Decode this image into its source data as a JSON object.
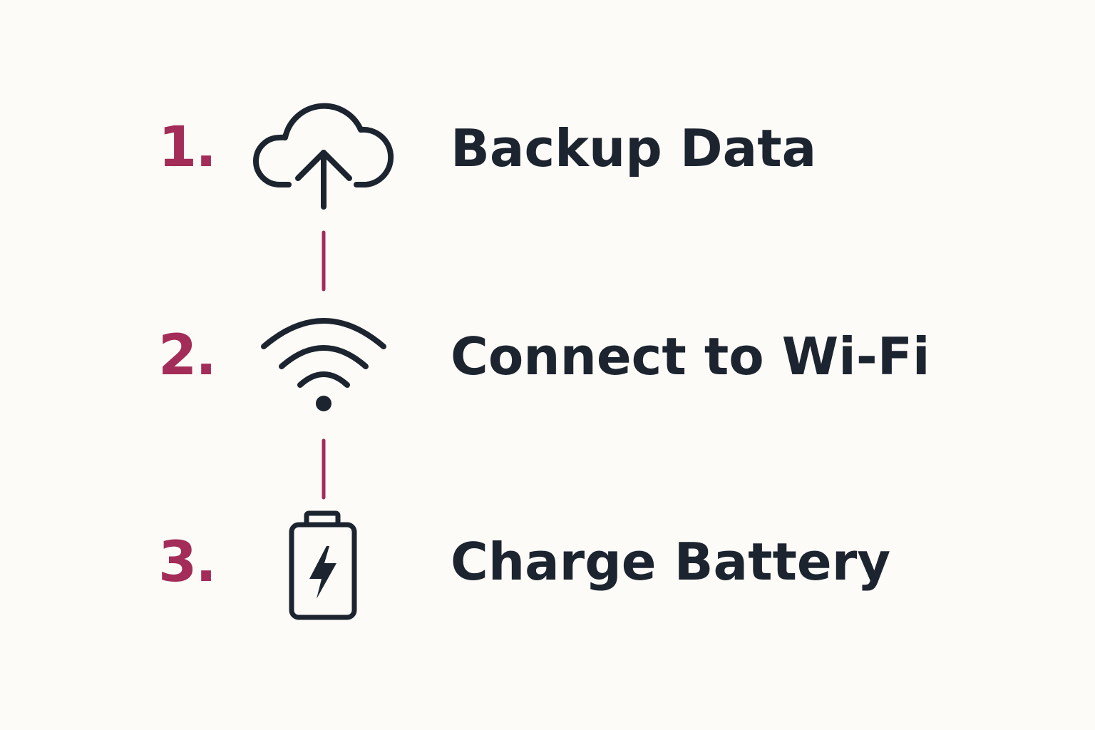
{
  "colors": {
    "background": "#fcfbf7",
    "accent": "#a32c58",
    "ink": "#1c2430"
  },
  "steps": [
    {
      "number": "1.",
      "label": "Backup Data",
      "icon": "cloud-upload-icon"
    },
    {
      "number": "2.",
      "label": "Connect to Wi-Fi",
      "icon": "wifi-icon"
    },
    {
      "number": "3.",
      "label": "Charge Battery",
      "icon": "battery-charging-icon"
    }
  ]
}
